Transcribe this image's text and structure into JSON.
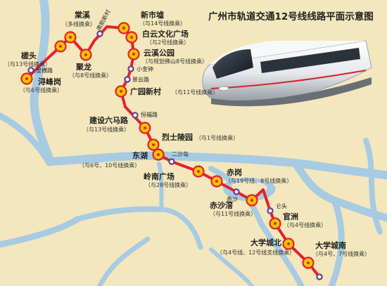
{
  "title": "广州市轨道交通12号线线路平面示意图",
  "colors": {
    "background": "#f4e7bd",
    "water": "#a7cbe3",
    "land": "#f4e7bd",
    "line": "#e4232b",
    "transfer_fill": "#f6c300",
    "regular_station": "#6a3d8f"
  },
  "transfer_stations": [
    {
      "id": "xunfenggang",
      "name": "浔峰岗",
      "note": "（与6号线换乘）"
    },
    {
      "id": "chantou",
      "name": "槎头",
      "note": "（与13号线换乘）"
    },
    {
      "id": "julong",
      "name": "聚龙",
      "note": "（与8号线换乘）"
    },
    {
      "id": "tangxi",
      "name": "棠溪",
      "note": "（多线换乘）"
    },
    {
      "id": "xinshixu",
      "name": "新市墟",
      "note": "（与14号线换乘）"
    },
    {
      "id": "baiyunwenhuaguangchang",
      "name": "白云文化广场",
      "note": "（与2号线换乘）"
    },
    {
      "id": "yunxigongyuan",
      "name": "云溪公园",
      "note": "（与规划佛山8号线换乘）"
    },
    {
      "id": "guangyuanxincun",
      "name": "广园新村",
      "note": "（与11号线换乘）"
    },
    {
      "id": "jiansheliumalu",
      "name": "建设六马路",
      "note": "（与13号线换乘）"
    },
    {
      "id": "lieshilingyuan",
      "name": "烈士陵园",
      "note": "（与1号线换乘）"
    },
    {
      "id": "donghu",
      "name": "东湖",
      "note": "（与6号、10号线换乘）"
    },
    {
      "id": "lingnanguangchang",
      "name": "岭南广场",
      "note": "（与28号线换乘）"
    },
    {
      "id": "chigang",
      "name": "赤岗",
      "note": "（与19号线、8号线换乘）"
    },
    {
      "id": "chishajiao",
      "name": "赤沙滘",
      "note": "（与11号线换乘）"
    },
    {
      "id": "guanzhou",
      "name": "官洲",
      "note": "（与4号线换乘）"
    },
    {
      "id": "daxuechengbei",
      "name": "大学城北",
      "note": "（与4号线、12号线支线换乘）"
    },
    {
      "id": "daxuechengnan",
      "name": "大学城南",
      "note": "（与4号、7号线换乘）"
    }
  ],
  "regular_stations": [
    {
      "id": "lihenglu",
      "name": "里横路"
    },
    {
      "id": "nanhangxincun",
      "name": "南航新村"
    },
    {
      "id": "xiaojinzhong",
      "name": "小金钟"
    },
    {
      "id": "jingyunlu",
      "name": "景云路"
    },
    {
      "id": "hengfulu",
      "name": "恒福路"
    },
    {
      "id": "ershadao",
      "name": "二沙岛"
    },
    {
      "id": "chisha",
      "name": "赤沙"
    },
    {
      "id": "cangtou",
      "name": "仑头"
    }
  ]
}
